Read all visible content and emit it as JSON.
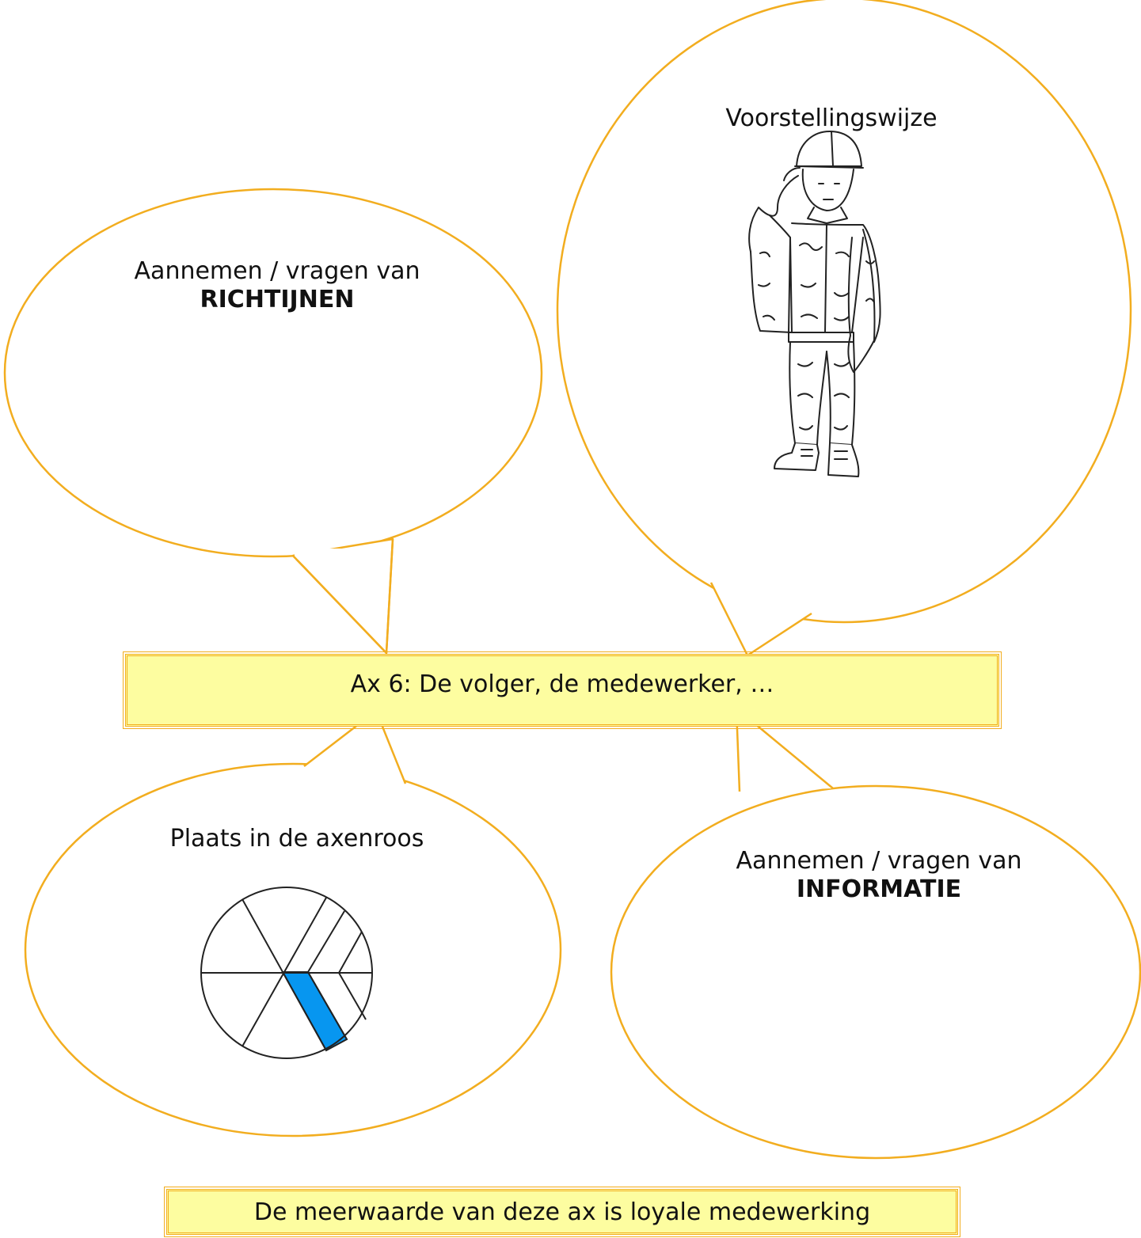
{
  "colors": {
    "bubble_outline": "#f2ad1f",
    "banner_fill": "#fdfda0",
    "banner_border": "#f2ad1f",
    "highlight_segment": "#0796f0",
    "line": "#222222"
  },
  "bubbles": {
    "richtlijnen": {
      "line1": "Aannemen / vragen van",
      "line2": "RICHTIJNEN"
    },
    "voorstelling": {
      "title": "Voorstellingswijze",
      "illustration_icon": "saluting-soldier-illustration"
    },
    "axenroos": {
      "title": "Plaats in de axenroos",
      "diagram_icon": "axenroos-wheel-icon"
    },
    "informatie": {
      "line1": "Aannemen / vragen van",
      "line2": "INFORMATIE"
    }
  },
  "center_banner": {
    "label": "Ax 6: De volger, de medewerker, …"
  },
  "bottom_banner": {
    "label": "De meerwaarde van deze ax is loyale medewerking"
  }
}
